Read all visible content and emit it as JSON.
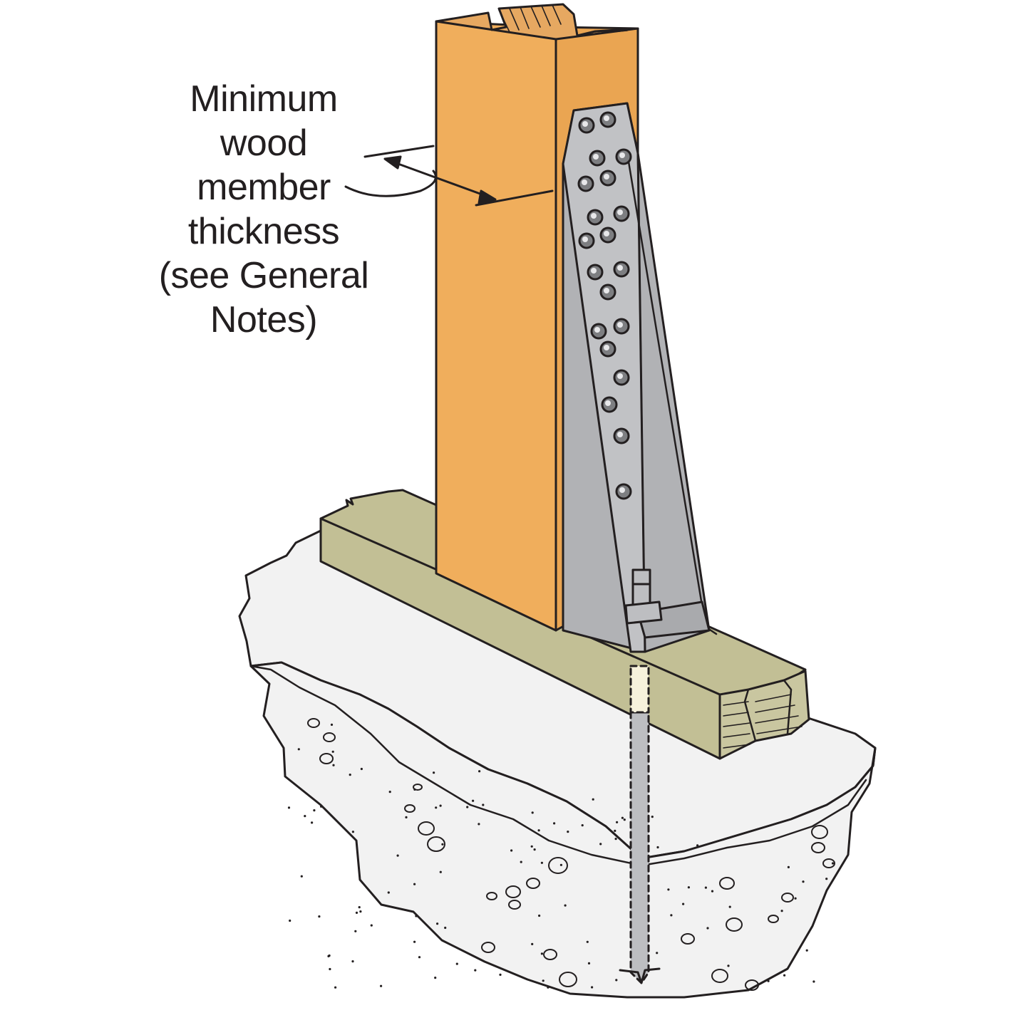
{
  "callout": {
    "lines": [
      "Minimum",
      "wood",
      "member",
      "thickness",
      "(see General",
      "Notes)"
    ]
  },
  "colors": {
    "post_front": "#f0ae5c",
    "post_side": "#eaa552",
    "post_top": "#e6a861",
    "plate": "#c2bf95",
    "bracket": "#b1b2b5",
    "concrete": "#f2f2f2",
    "outline": "#231f20"
  },
  "icons": [
    "wood-post",
    "hold-down-bracket",
    "anchor-bolt",
    "sill-plate",
    "concrete-foundation",
    "dimension-arrow"
  ]
}
